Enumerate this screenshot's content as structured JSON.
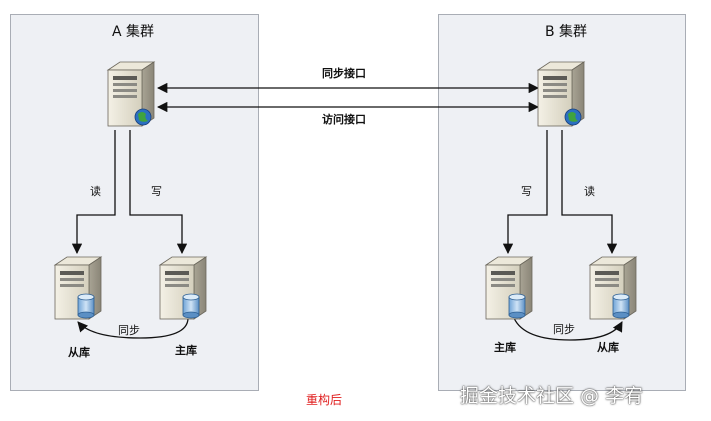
{
  "cluster_a": {
    "title": "A 集群"
  },
  "cluster_b": {
    "title": "B 集群"
  },
  "links": {
    "sync_interface": "同步接口",
    "access_interface": "访问接口"
  },
  "a": {
    "read": "读",
    "write": "写",
    "sync": "同步",
    "slave_label": "从库",
    "master_label": "主库"
  },
  "b": {
    "read": "读",
    "write": "写",
    "sync": "同步",
    "slave_label": "从库",
    "master_label": "主库"
  },
  "footer": {
    "caption": "重构后"
  },
  "watermark": {
    "text": "掘金技术社区 @ 李宥"
  },
  "colors": {
    "panel": "#eef0f4",
    "caption": "#e02020"
  }
}
